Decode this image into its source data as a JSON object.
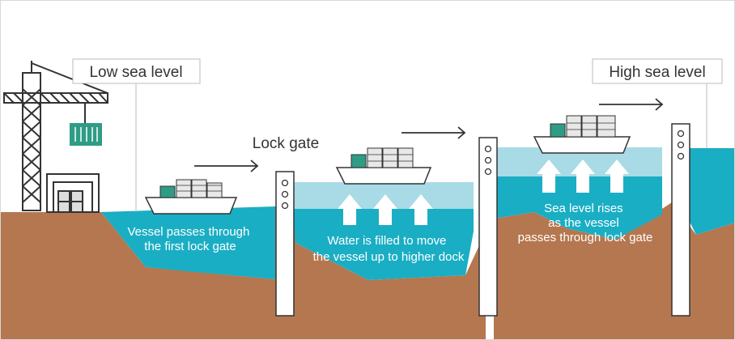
{
  "labels": {
    "low_sea_level": "Low sea level",
    "high_sea_level": "High sea level",
    "lock_gate": "Lock gate"
  },
  "captions": {
    "step1": [
      "Vessel passes through",
      "the first lock gate"
    ],
    "step2": [
      "Water is filled to move",
      "the vessel up to higher dock"
    ],
    "step3": [
      "Sea level rises",
      "as the vessel",
      "passes through lock gate"
    ]
  },
  "colors": {
    "water": "#1aaec4",
    "water_light": "#a8dbe6",
    "ground": "#b5774f",
    "gate": "#ffffff",
    "ship_hull": "#ffffff",
    "cabin": "#2f9c86",
    "crane": "#333333",
    "arrow": "#ffffff"
  }
}
